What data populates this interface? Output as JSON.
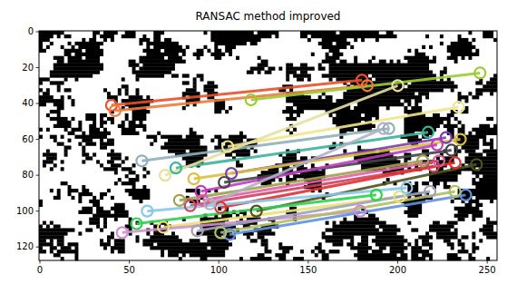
{
  "diagram": {
    "title": "RANSAC method improved",
    "labels": [
      "0",
      "20",
      "40",
      "60",
      "80",
      "100",
      "120",
      "0",
      "50",
      "100",
      "150",
      "200",
      "250"
    ]
  }
}
